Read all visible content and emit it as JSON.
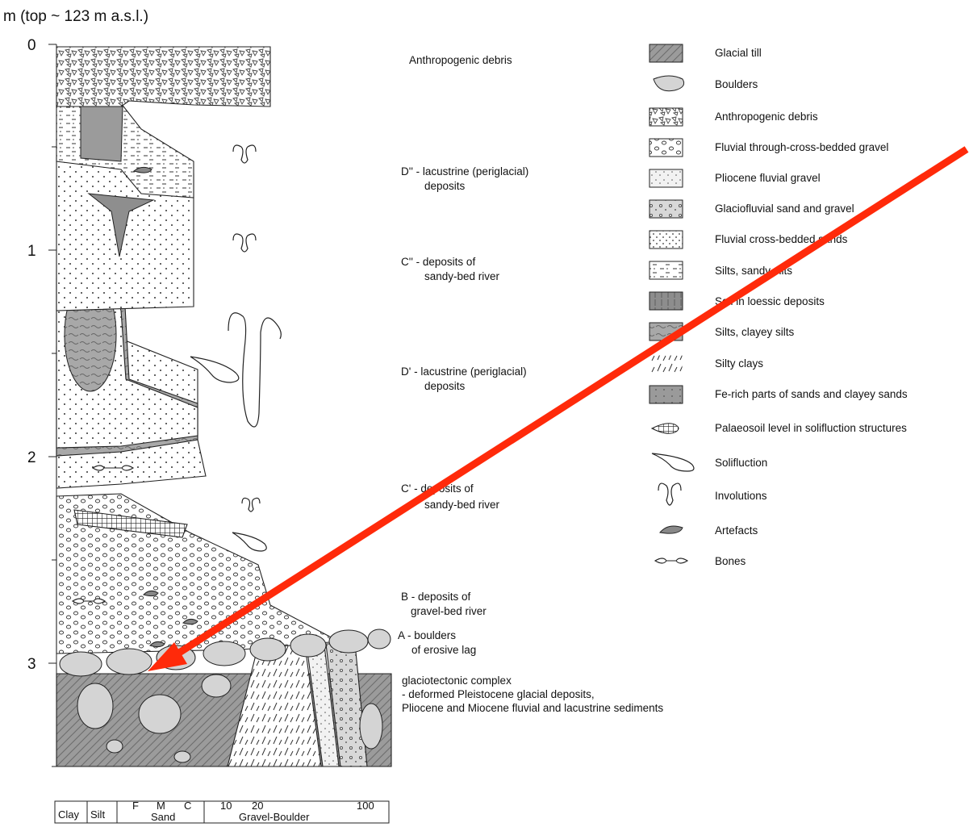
{
  "axis": {
    "title": "m (top ~ 123 m a.s.l.)",
    "ticks": [
      "0",
      "1",
      "2",
      "3"
    ]
  },
  "units": [
    {
      "lines": [
        "Anthropogenic debris"
      ]
    },
    {
      "lines": [
        "D'' - lacustrine (periglacial)",
        "deposits"
      ]
    },
    {
      "lines": [
        "C'' - deposits of",
        "sandy-bed river"
      ]
    },
    {
      "lines": [
        "D' - lacustrine (periglacial)",
        "deposits"
      ]
    },
    {
      "lines": [
        "C' - deposits of",
        "sandy-bed river"
      ]
    },
    {
      "lines": [
        "B - deposits of",
        "gravel-bed river"
      ]
    },
    {
      "lines": [
        "A - boulders",
        "of erosive lag"
      ]
    },
    {
      "lines": [
        "glaciotectonic complex",
        "- deformed Pleistocene glacial deposits,",
        "Pliocene and Miocene fluvial and lacustrine sediments"
      ]
    }
  ],
  "legend": [
    {
      "label": "Glacial till",
      "symbol": "till"
    },
    {
      "label": "Boulders",
      "symbol": "boulder"
    },
    {
      "label": "Anthropogenic debris",
      "symbol": "debris"
    },
    {
      "label": "Fluvial through-cross-bedded gravel",
      "symbol": "trough-gravel"
    },
    {
      "label": "Pliocene fluvial gravel",
      "symbol": "pliocene-gravel"
    },
    {
      "label": "Glaciofluvial sand and gravel",
      "symbol": "glaciofluvial"
    },
    {
      "label": "Fluvial cross-bedded sands",
      "symbol": "cross-sand"
    },
    {
      "label": "Silts, sandy silts",
      "symbol": "sandy-silt"
    },
    {
      "label": "Soil in loessic deposits",
      "symbol": "loess-soil"
    },
    {
      "label": "Silts, clayey silts",
      "symbol": "clayey-silt"
    },
    {
      "label": "Silty clays",
      "symbol": "silty-clay"
    },
    {
      "label": "Fe-rich parts of sands and clayey sands",
      "symbol": "fe-rich"
    },
    {
      "label": "Palaeosoil level in solifluction structures",
      "symbol": "palaeosoil"
    },
    {
      "label": "Solifluction",
      "symbol": "solifluction"
    },
    {
      "label": "Involutions",
      "symbol": "involution"
    },
    {
      "label": "Artefacts",
      "symbol": "artefact"
    },
    {
      "label": "Bones",
      "symbol": "bone"
    }
  ],
  "grain_scale": {
    "clay": "Clay",
    "silt": "Silt",
    "f": "F",
    "m": "M",
    "c": "C",
    "sand": "Sand",
    "n10": "10",
    "n20": "20",
    "n100": "100",
    "gravel": "Gravel-Boulder"
  },
  "annotation": {
    "arrow_color": "#ff2a0a"
  },
  "colors": {
    "fill_dark": "#8f8f8f",
    "fill_mid": "#b8b8b8",
    "fill_light": "#dedede",
    "line": "#222222"
  }
}
